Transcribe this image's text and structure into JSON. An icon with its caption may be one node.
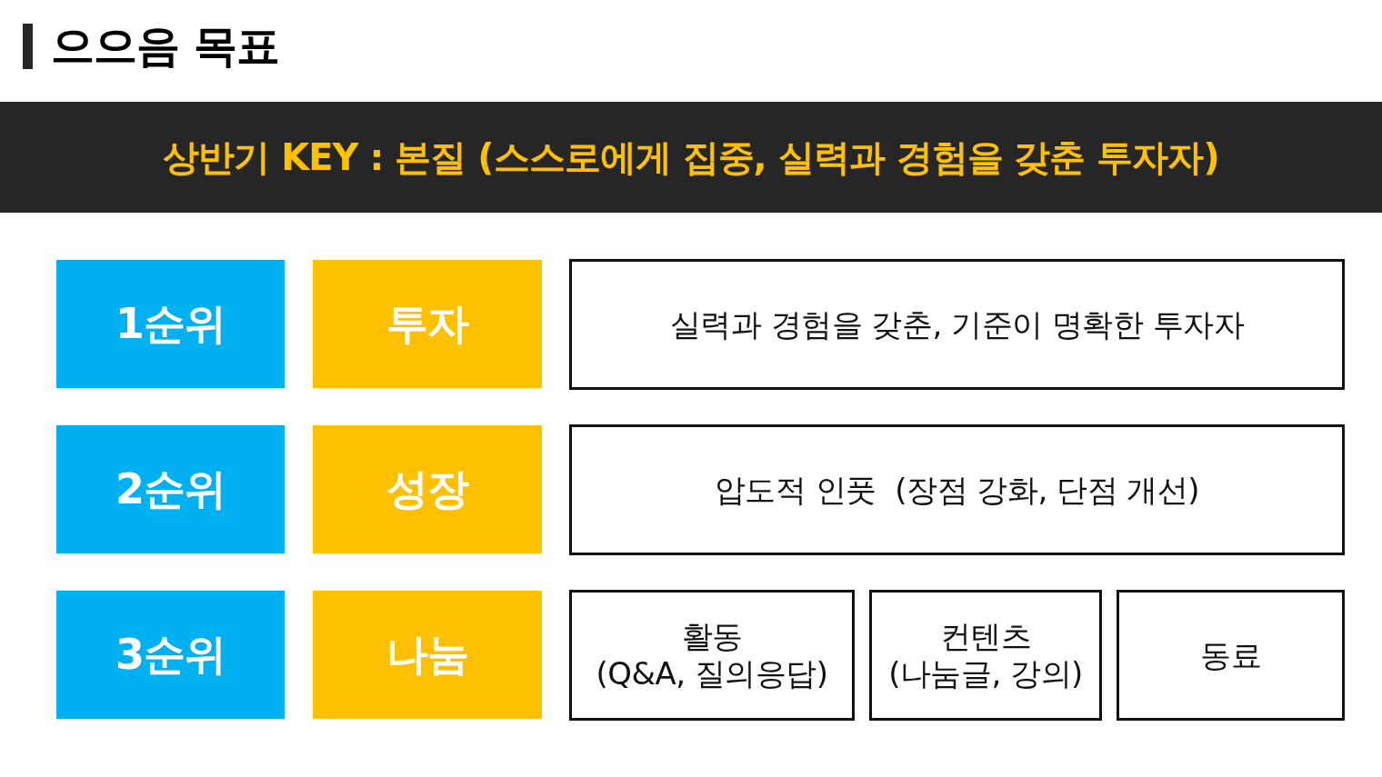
{
  "diagram": {
    "title": "으으음 목표",
    "nodes": [
      {
        "text": [
          "상반기 KEY : 본질 (스스로에게 집중, 실력과 경험을 갖춘 투자자)"
        ]
      },
      {
        "text": [
          "1순위"
        ]
      },
      {
        "text": [
          "투자"
        ]
      },
      {
        "text": [
          "실력과 경험을 갖춘, 기준이 명확한 투자자"
        ]
      },
      {
        "text": [
          "2순위"
        ]
      },
      {
        "text": [
          "성장"
        ]
      },
      {
        "text": [
          "압도적 인풋  (장점 강화, 단점 개선)"
        ]
      },
      {
        "text": [
          "3순위"
        ]
      },
      {
        "text": [
          "나눔"
        ]
      },
      {
        "text": [
          "활동",
          "(Q&A, 질의응답)"
        ]
      },
      {
        "text": [
          "컨텐츠",
          "(나눔글, 강의)"
        ]
      },
      {
        "text": [
          "동료"
        ]
      }
    ]
  }
}
